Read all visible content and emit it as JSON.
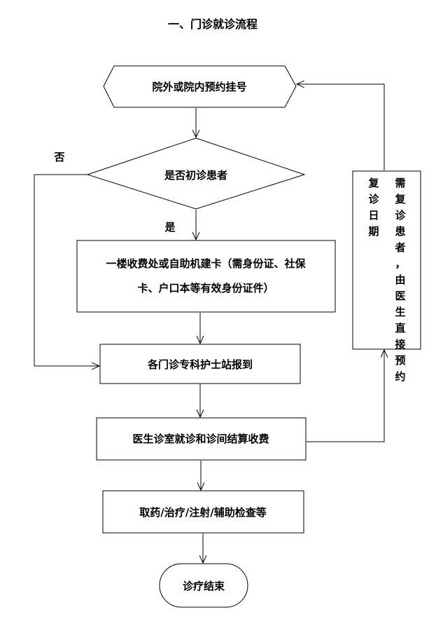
{
  "title": "一、门诊就诊流程",
  "nodes": {
    "appointment": "院外或院内预约挂号",
    "decision": "是否初诊患者",
    "card_line1": "一楼收费处或自助机建卡（需身份证、社保",
    "card_line2": "卡、户口本等有效身份证件）",
    "checkin": "各门诊专科护士站报到",
    "consult": "医生诊室就诊和诊间结算收费",
    "treatment": "取药/治疗/注射/辅助检查等",
    "end": "诊疗结束",
    "followup_col1": "需复诊患者，由医生直接预约",
    "followup_col2": "复诊日期"
  },
  "labels": {
    "no": "否",
    "yes": "是"
  }
}
